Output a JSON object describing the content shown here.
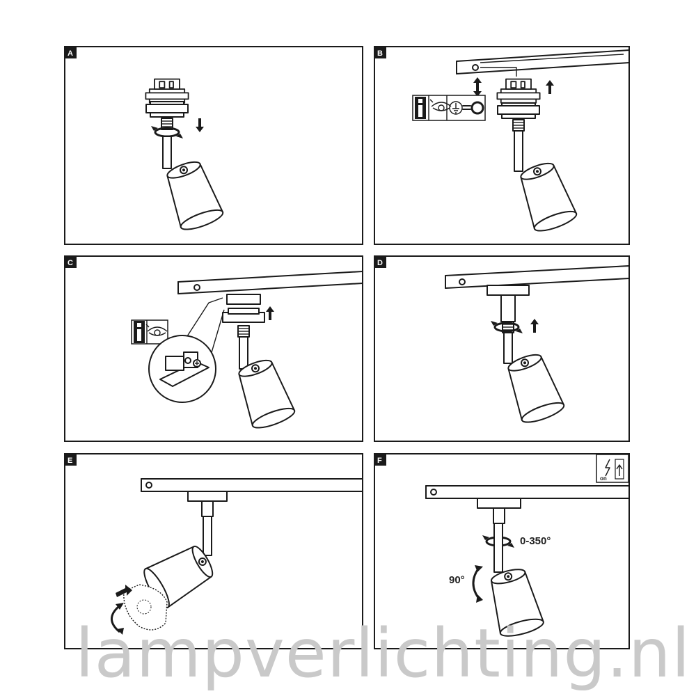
{
  "panels": [
    {
      "id": "A",
      "label": "A"
    },
    {
      "id": "B",
      "label": "B"
    },
    {
      "id": "C",
      "label": "C"
    },
    {
      "id": "D",
      "label": "D"
    },
    {
      "id": "E",
      "label": "E"
    },
    {
      "id": "F",
      "label": "F"
    }
  ],
  "annotations": {
    "rotation_range": "0-350°",
    "tilt_angle": "90°",
    "power_switch": "on"
  },
  "watermark": "lampverlichting.nl"
}
